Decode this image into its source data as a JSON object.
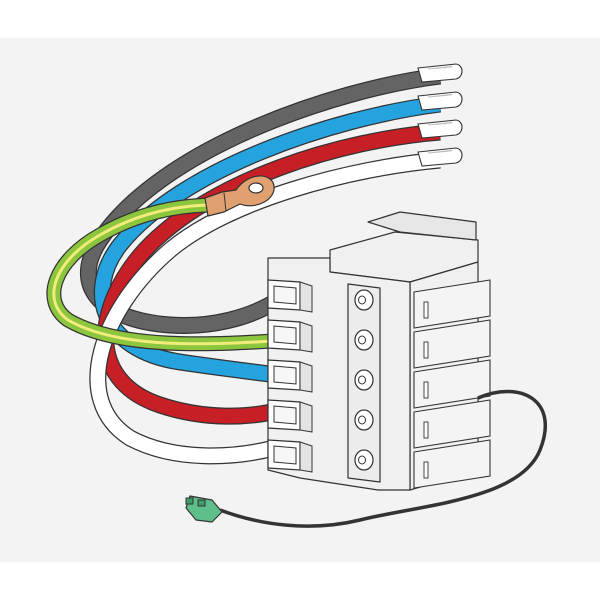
{
  "colors": {
    "background": "#ffffff",
    "panel": "#f3f3f3",
    "outline": "#333333",
    "wire_gray": "#646464",
    "wire_blue": "#25a3de",
    "wire_red": "#c62026",
    "wire_white": "#ffffff",
    "wire_ground_green": "#8cc63f",
    "wire_ground_yellow": "#f2ec7a",
    "ring_lug_copper": "#e0a070",
    "connector_housing": "#f0f0f0",
    "mini_plug_green": "#5fbf8a",
    "signal_cable": "#333333"
  },
  "icons": {
    "terminal_block": "terminal-block-connector",
    "ring_lug": "ring-lug-terminal",
    "mini_plug": "mini-plug-connector"
  },
  "wires": [
    {
      "name": "gray-wire",
      "color": "wire_gray"
    },
    {
      "name": "blue-wire",
      "color": "wire_blue"
    },
    {
      "name": "red-wire",
      "color": "wire_red"
    },
    {
      "name": "white-wire",
      "color": "wire_white"
    },
    {
      "name": "ground-wire",
      "color": "wire_ground_green",
      "stripe": "wire_ground_yellow"
    }
  ],
  "terminal_count": 5
}
